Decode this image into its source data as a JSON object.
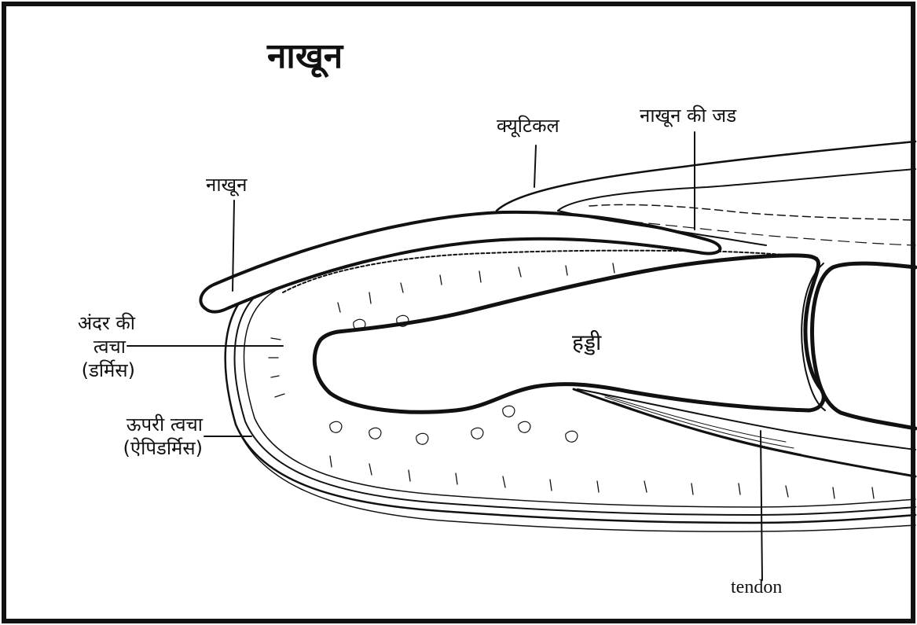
{
  "title": "नाखून",
  "labels": {
    "nail": "नाखून",
    "cuticle": "क्यूटिकल",
    "nail_root": "नाखून की जड",
    "dermis_line1": "अंदर की",
    "dermis_line2": "त्वचा",
    "dermis_line3": "(डर्मिस)",
    "epidermis_line1": "ऊपरी त्वचा",
    "epidermis_line2": "(ऐपिडर्मिस)",
    "bone": "हड्डी",
    "tendon": "tendon"
  }
}
